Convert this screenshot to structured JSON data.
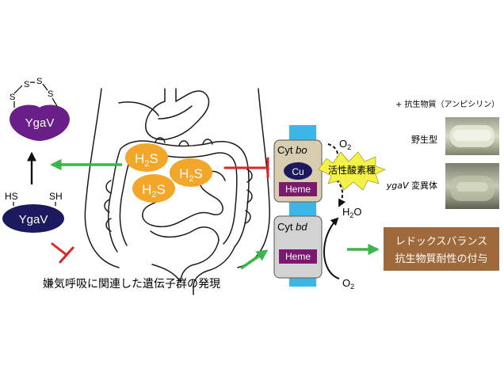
{
  "ygav_oxidized": {
    "label": "YgaV",
    "sulfur_atoms": [
      "S",
      "S",
      "S",
      "S"
    ]
  },
  "ygav_reduced": {
    "label": "YgaV",
    "thiol_left": "HS",
    "thiol_right": "SH"
  },
  "h2s": [
    {
      "main": "H",
      "sub": "2",
      "tail": "S"
    },
    {
      "main": "H",
      "sub": "2",
      "tail": "S"
    },
    {
      "main": "H",
      "sub": "2",
      "tail": "S"
    }
  ],
  "anaerobic_genes_label": "嫌気呼吸に関連した遺伝子群の発現",
  "cyt_bo": {
    "prefix": "Cyt ",
    "italic": "bo",
    "copper": "Cu",
    "heme": "Heme"
  },
  "cyt_bd": {
    "prefix": "Cyt ",
    "italic": "bd",
    "heme": "Heme"
  },
  "oxygen_top": {
    "main": "O",
    "sub": "2"
  },
  "water": {
    "a": "H",
    "sub": "2",
    "b": "O"
  },
  "oxygen_bottom": {
    "main": "O",
    "sub": "2"
  },
  "ros_label": "活性酸素種",
  "result_box": {
    "line1": "レドックスバランス",
    "line2": "抗生物質耐性の付与"
  },
  "antibiotic_header": "+ 抗生物質（アンピシリン）",
  "wild_type_label": "野生型",
  "mutant_label": {
    "italic": "ygaV",
    "rest": " 変異体"
  },
  "colors": {
    "ygav_purple": "#6a1e87",
    "ygav_navy": "#1b1a5e",
    "h2s_orange": "#f2a62a",
    "green_arrow": "#3cb54a",
    "red_inhibit": "#d9262b",
    "membrane_blue": "#3cb6e6",
    "cyt_bo_fill": "#d9cdb0",
    "cyt_bd_fill": "#d3d3d3",
    "heme_purple": "#7a1a6e",
    "ros_yellow": "#f4f24a",
    "result_brown": "#9e6a3c"
  }
}
